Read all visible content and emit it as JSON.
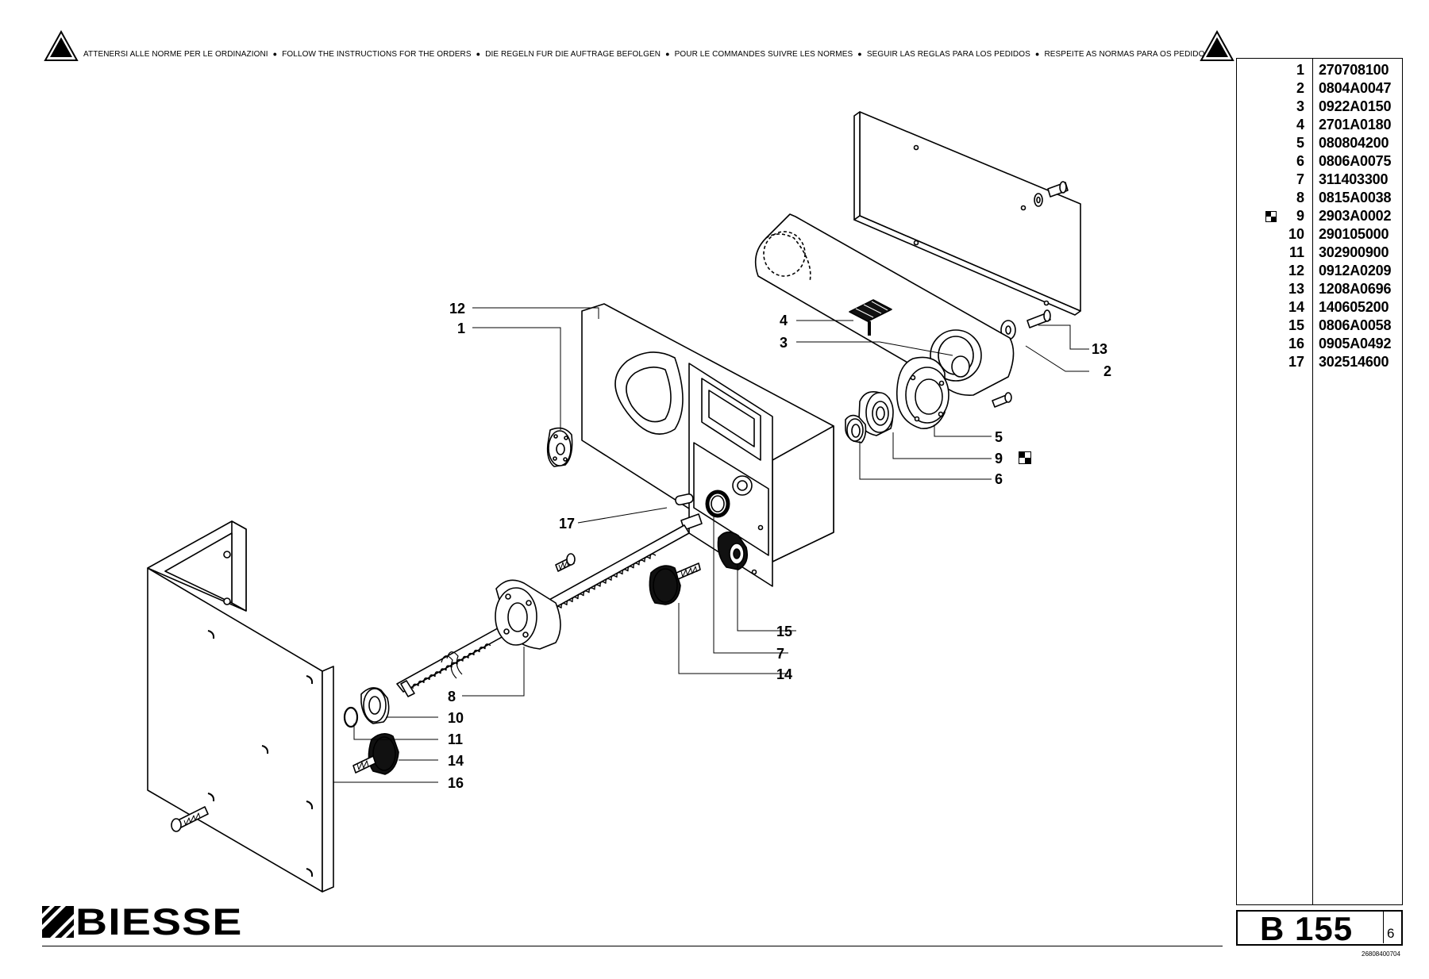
{
  "header": {
    "notes": [
      "ATTENERSI ALLE NORME PER LE ORDINAZIONI",
      "FOLLOW THE INSTRUCTIONS FOR THE ORDERS",
      "DIE REGELN FUR DIE AUFTRAGE BEFOLGEN",
      "POUR LE COMMANDES SUIVRE LES NORMES",
      "SEGUIR LAS REGLAS PARA LOS PEDIDOS",
      "RESPEITE AS NORMAS PARA OS PEDIDOS"
    ],
    "warning_icon": "warning-triangle-icon",
    "separator_icon": "bullet-dot-icon"
  },
  "parts": [
    {
      "pos": "1",
      "code": "270708100"
    },
    {
      "pos": "2",
      "code": "0804A0047"
    },
    {
      "pos": "3",
      "code": "0922A0150"
    },
    {
      "pos": "4",
      "code": "2701A0180"
    },
    {
      "pos": "5",
      "code": "080804200"
    },
    {
      "pos": "6",
      "code": "0806A0075"
    },
    {
      "pos": "7",
      "code": "311403300"
    },
    {
      "pos": "8",
      "code": "0815A0038"
    },
    {
      "pos": "9",
      "code": "2903A0002",
      "marked": true
    },
    {
      "pos": "10",
      "code": "290105000"
    },
    {
      "pos": "11",
      "code": "302900900"
    },
    {
      "pos": "12",
      "code": "0912A0209"
    },
    {
      "pos": "13",
      "code": "1208A0696"
    },
    {
      "pos": "14",
      "code": "140605200"
    },
    {
      "pos": "15",
      "code": "0806A0058"
    },
    {
      "pos": "16",
      "code": "0905A0492"
    },
    {
      "pos": "17",
      "code": "302514600"
    }
  ],
  "callouts": {
    "c12": "12",
    "c1": "1",
    "c4": "4",
    "c3": "3",
    "c13": "13",
    "c2": "2",
    "c5": "5",
    "c9": "9",
    "c6": "6",
    "c17": "17",
    "c15": "15",
    "c7": "7",
    "c14a": "14",
    "c8": "8",
    "c10": "10",
    "c11": "11",
    "c14b": "14",
    "c16": "16"
  },
  "logo": {
    "text": "BIESSE",
    "icon": "biesse-logo-mark"
  },
  "table": {
    "code": "B 155",
    "page": "6"
  },
  "doc_number": "26808400704",
  "colors": {
    "ink": "#000000",
    "paper": "#ffffff"
  }
}
